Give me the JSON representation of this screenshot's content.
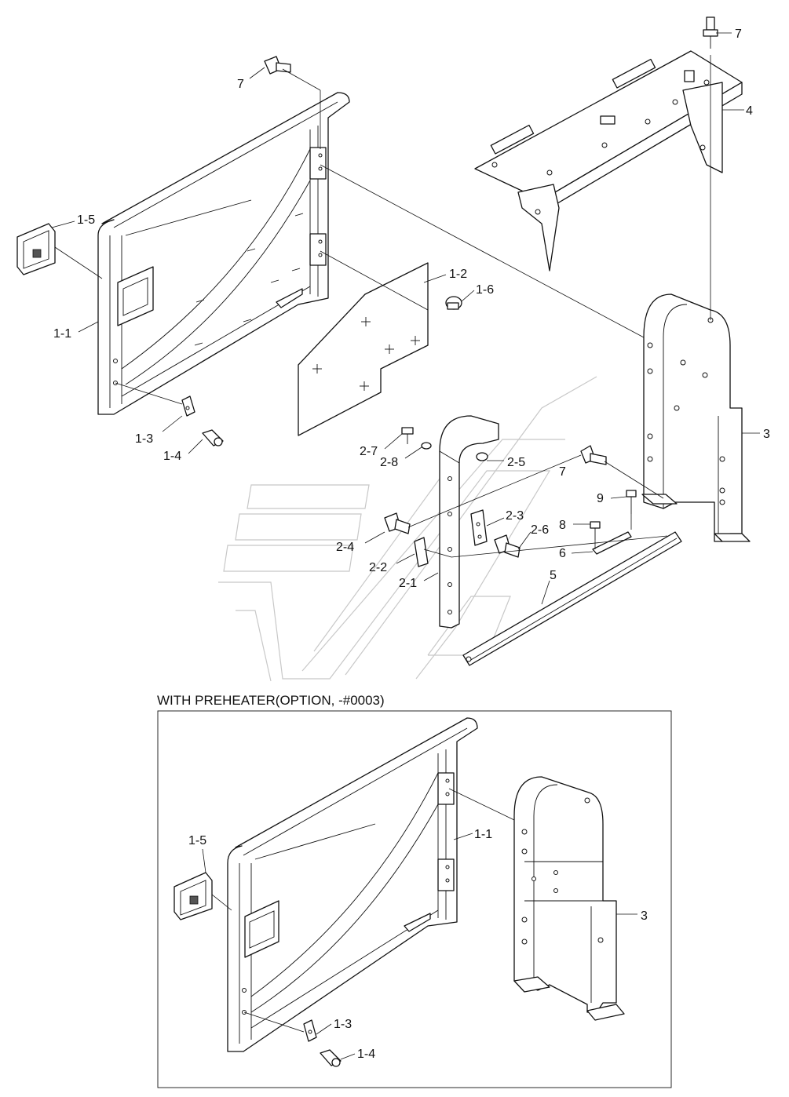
{
  "inset_title": "WITH PREHEATER(OPTION, -#0003)",
  "callouts": {
    "c7_top": "7",
    "c4": "4",
    "c7_left": "7",
    "c1_5": "1-5",
    "c1_1": "1-1",
    "c1_2": "1-2",
    "c1_6": "1-6",
    "c1_3": "1-3",
    "c1_4": "1-4",
    "c3": "3",
    "c2_7": "2-7",
    "c2_8": "2-8",
    "c2_5": "2-5",
    "c7_mid": "7",
    "c9": "9",
    "c8": "8",
    "c6": "6",
    "c2_3": "2-3",
    "c2_6": "2-6",
    "c2_4": "2-4",
    "c2_2": "2-2",
    "c2_1": "2-1",
    "c5": "5"
  },
  "inset_callouts": {
    "c1_5": "1-5",
    "c1_1": "1-1",
    "c3": "3",
    "c1_3": "1-3",
    "c1_4": "1-4"
  }
}
